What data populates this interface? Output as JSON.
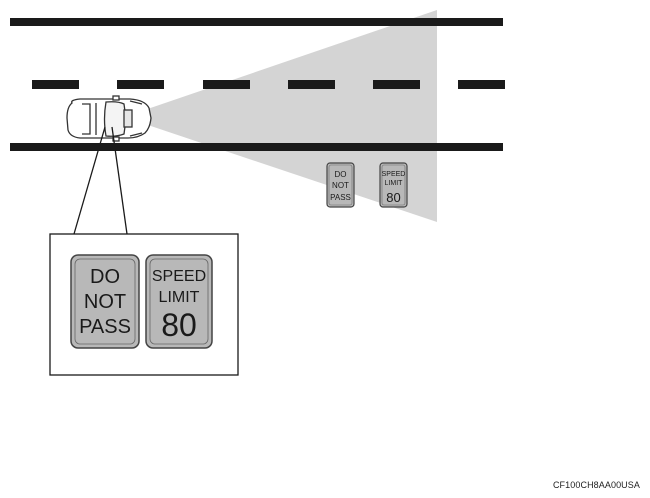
{
  "signs": {
    "do_not_pass": {
      "line1": "DO",
      "line2": "NOT",
      "line3": "PASS"
    },
    "speed_limit": {
      "line1": "SPEED",
      "line2": "LIMIT",
      "value": "80"
    }
  },
  "caption": "CF100CH8AA00USA",
  "colors": {
    "road_line": "#1a1a1a",
    "camera_field": "#d4d4d4",
    "sign_fill": "#b8b8b8",
    "sign_border": "#444444"
  }
}
